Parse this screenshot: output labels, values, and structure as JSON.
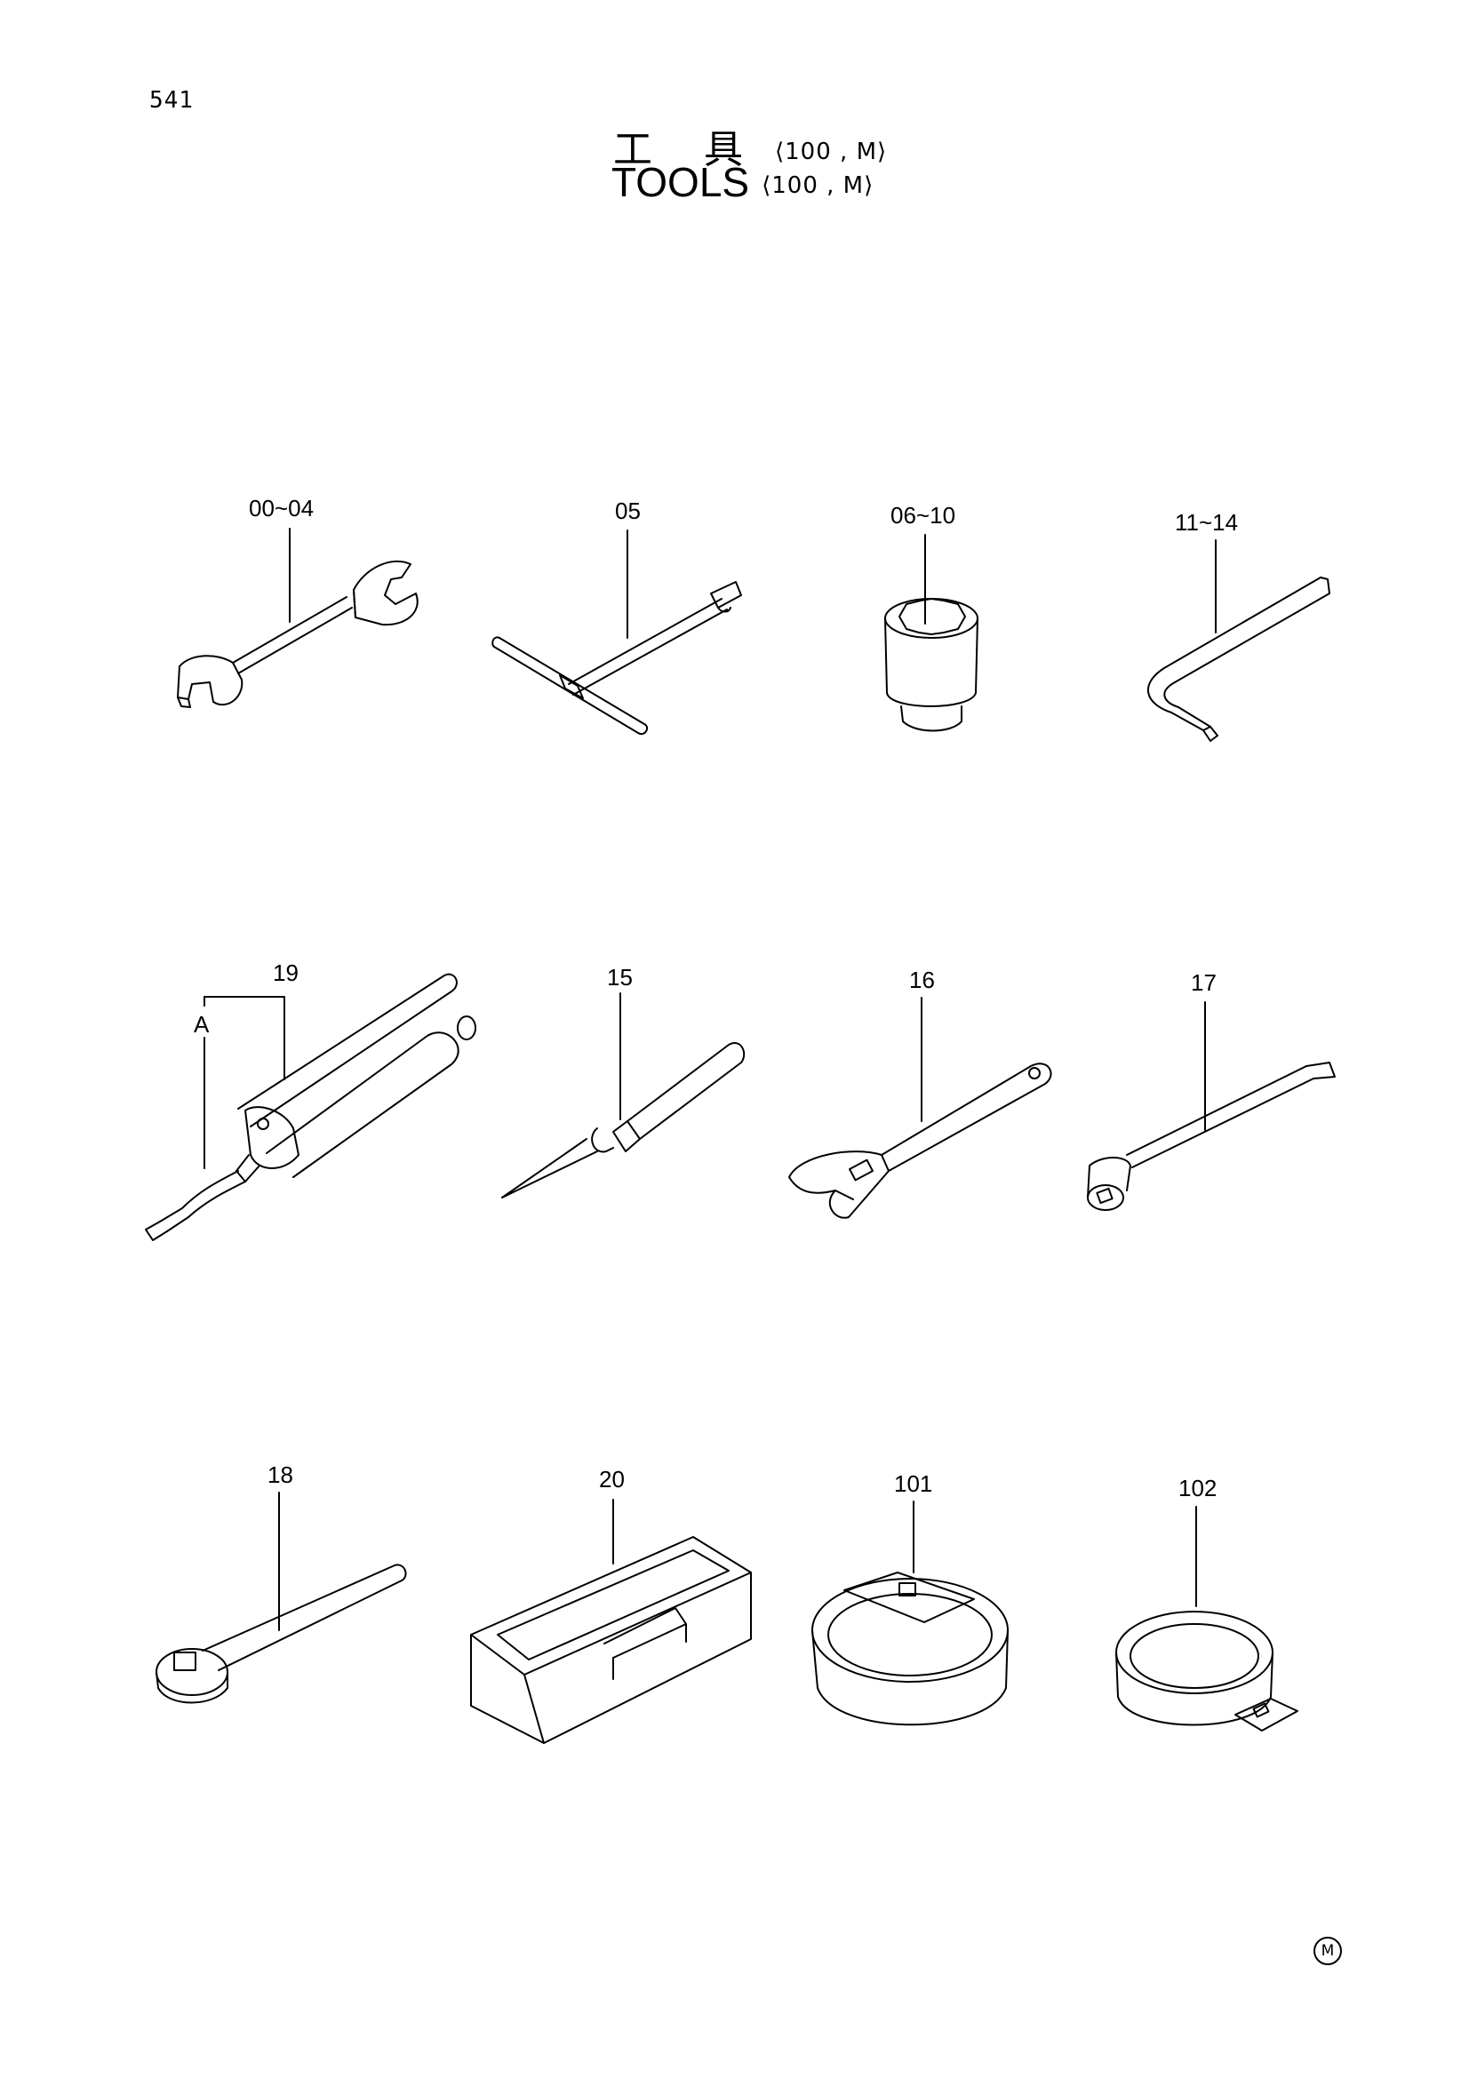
{
  "page": {
    "number": "541"
  },
  "title": {
    "japanese": "工 具",
    "english": "TOOLS",
    "model": "⟨100 , M⟩"
  },
  "callouts": [
    {
      "id": "00~04",
      "part": "open-end wrench"
    },
    {
      "id": "05",
      "part": "T-handle socket wrench"
    },
    {
      "id": "06~10",
      "part": "socket"
    },
    {
      "id": "11~14",
      "part": "hex key"
    },
    {
      "id": "19",
      "part": "grease gun"
    },
    {
      "id": "A",
      "part": "grease gun nozzle"
    },
    {
      "id": "15",
      "part": "screwdriver"
    },
    {
      "id": "16",
      "part": "adjustable wrench"
    },
    {
      "id": "17",
      "part": "extension bar"
    },
    {
      "id": "18",
      "part": "ratchet handle"
    },
    {
      "id": "20",
      "part": "tool box"
    },
    {
      "id": "101",
      "part": "filter wrench"
    },
    {
      "id": "102",
      "part": "filter wrench"
    }
  ],
  "footer": {
    "marker": "M"
  }
}
